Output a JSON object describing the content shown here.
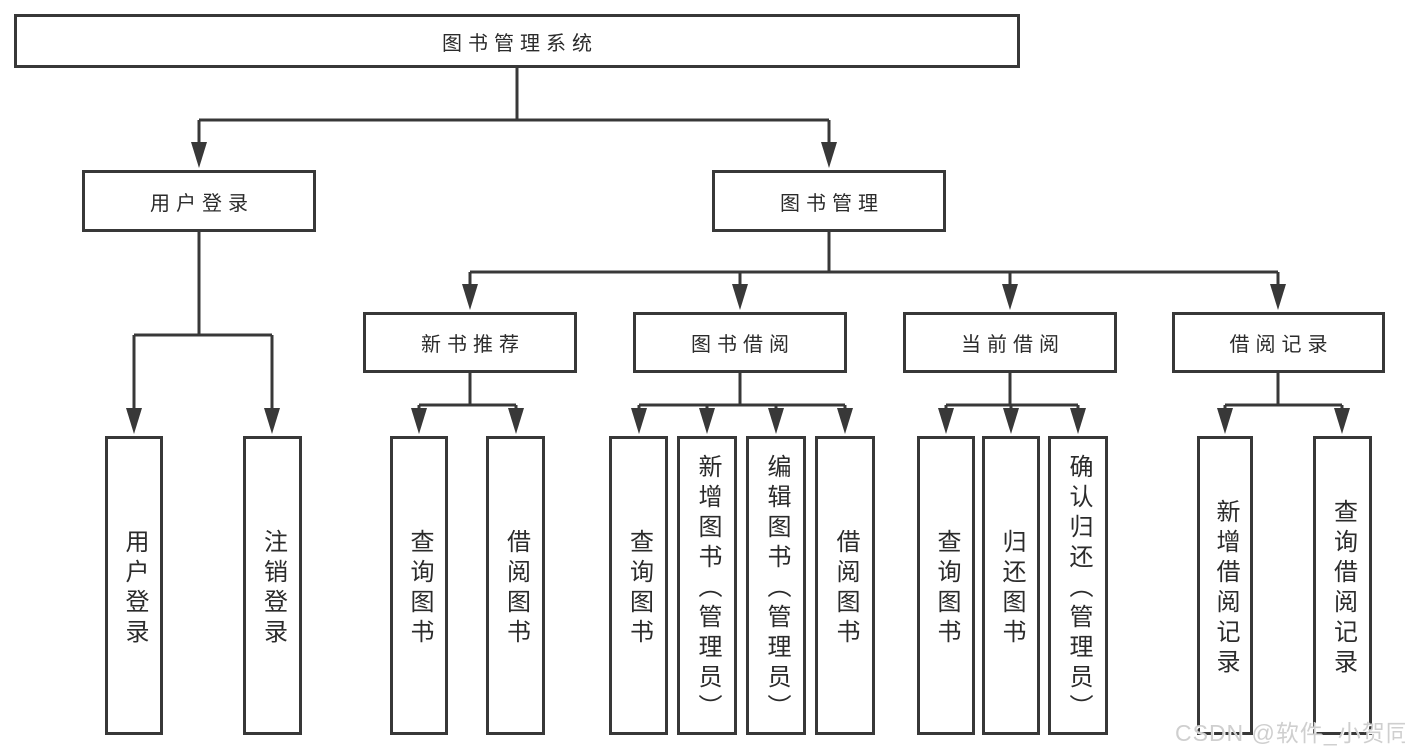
{
  "tree": {
    "label": "图书管理系统",
    "children": [
      {
        "label": "用户登录",
        "children": [
          {
            "label": "用户登录"
          },
          {
            "label": "注销登录"
          }
        ]
      },
      {
        "label": "图书管理",
        "children": [
          {
            "label": "新书推荐",
            "children": [
              {
                "label": "查询图书"
              },
              {
                "label": "借阅图书"
              }
            ]
          },
          {
            "label": "图书借阅",
            "children": [
              {
                "label": "查询图书"
              },
              {
                "label": "新增图书（管理员）"
              },
              {
                "label": "编辑图书（管理员）"
              },
              {
                "label": "借阅图书"
              }
            ]
          },
          {
            "label": "当前借阅",
            "children": [
              {
                "label": "查询图书"
              },
              {
                "label": "归还图书"
              },
              {
                "label": "确认归还（管理员）"
              }
            ]
          },
          {
            "label": "借阅记录",
            "children": [
              {
                "label": "新增借阅记录"
              },
              {
                "label": "查询借阅记录"
              }
            ]
          }
        ]
      }
    ]
  },
  "watermark": "CSDN @软件_小贺同学",
  "colors": {
    "line": "#383838",
    "box_border": "#383838",
    "text": "#2b2b2b",
    "background": "#ffffff",
    "watermark": "#cfcfcf"
  }
}
